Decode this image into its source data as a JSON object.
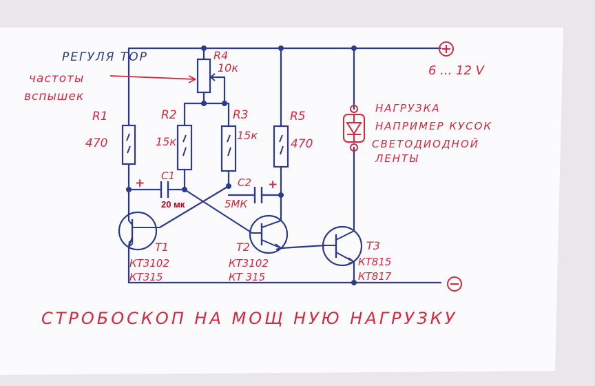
{
  "labels": {
    "regulator_line1": "РЕГУЛЯ ТОР",
    "regulator_line2": "частоты",
    "regulator_line3": "вспышек",
    "r1_name": "R1",
    "r1_value": "470",
    "r2_name": "R2",
    "r2_value": "15к",
    "r3_name": "R3",
    "r3_value": "15к",
    "r4_name": "R4",
    "r4_value": "10к",
    "r5_name": "R5",
    "r5_value": "470",
    "c1_name": "C1",
    "c1_value": "20 мк",
    "c2_name": "C2",
    "c2_value": "5МК",
    "c_plus": "+",
    "t1_name": "T1",
    "t1_model1": "КТ3102",
    "t1_model2": "КТ315",
    "t2_name": "T2",
    "t2_model1": "КТ3102",
    "t2_model2": "КТ 315",
    "t3_name": "T3",
    "t3_model1": "КТ815",
    "t3_model2": "КТ817",
    "supply_voltage": "6 ... 12 V",
    "plus_terminal": "+",
    "minus_terminal": "−",
    "load_line1": "НАГРУЗКА",
    "load_line2": "НАПРИМЕР КУСОК",
    "load_line3": "СВЕТОДИОДНОЙ",
    "load_line4": "ЛЕНТЫ",
    "title": "СТРОБОСКОП  НА  МОЩ НУЮ  НАГРУЗКУ"
  },
  "colors": {
    "ink_blue": "#2b3a8c",
    "ink_red": "#d6283c",
    "paper": "#fbfbfd",
    "background": "#e9e7ea"
  }
}
